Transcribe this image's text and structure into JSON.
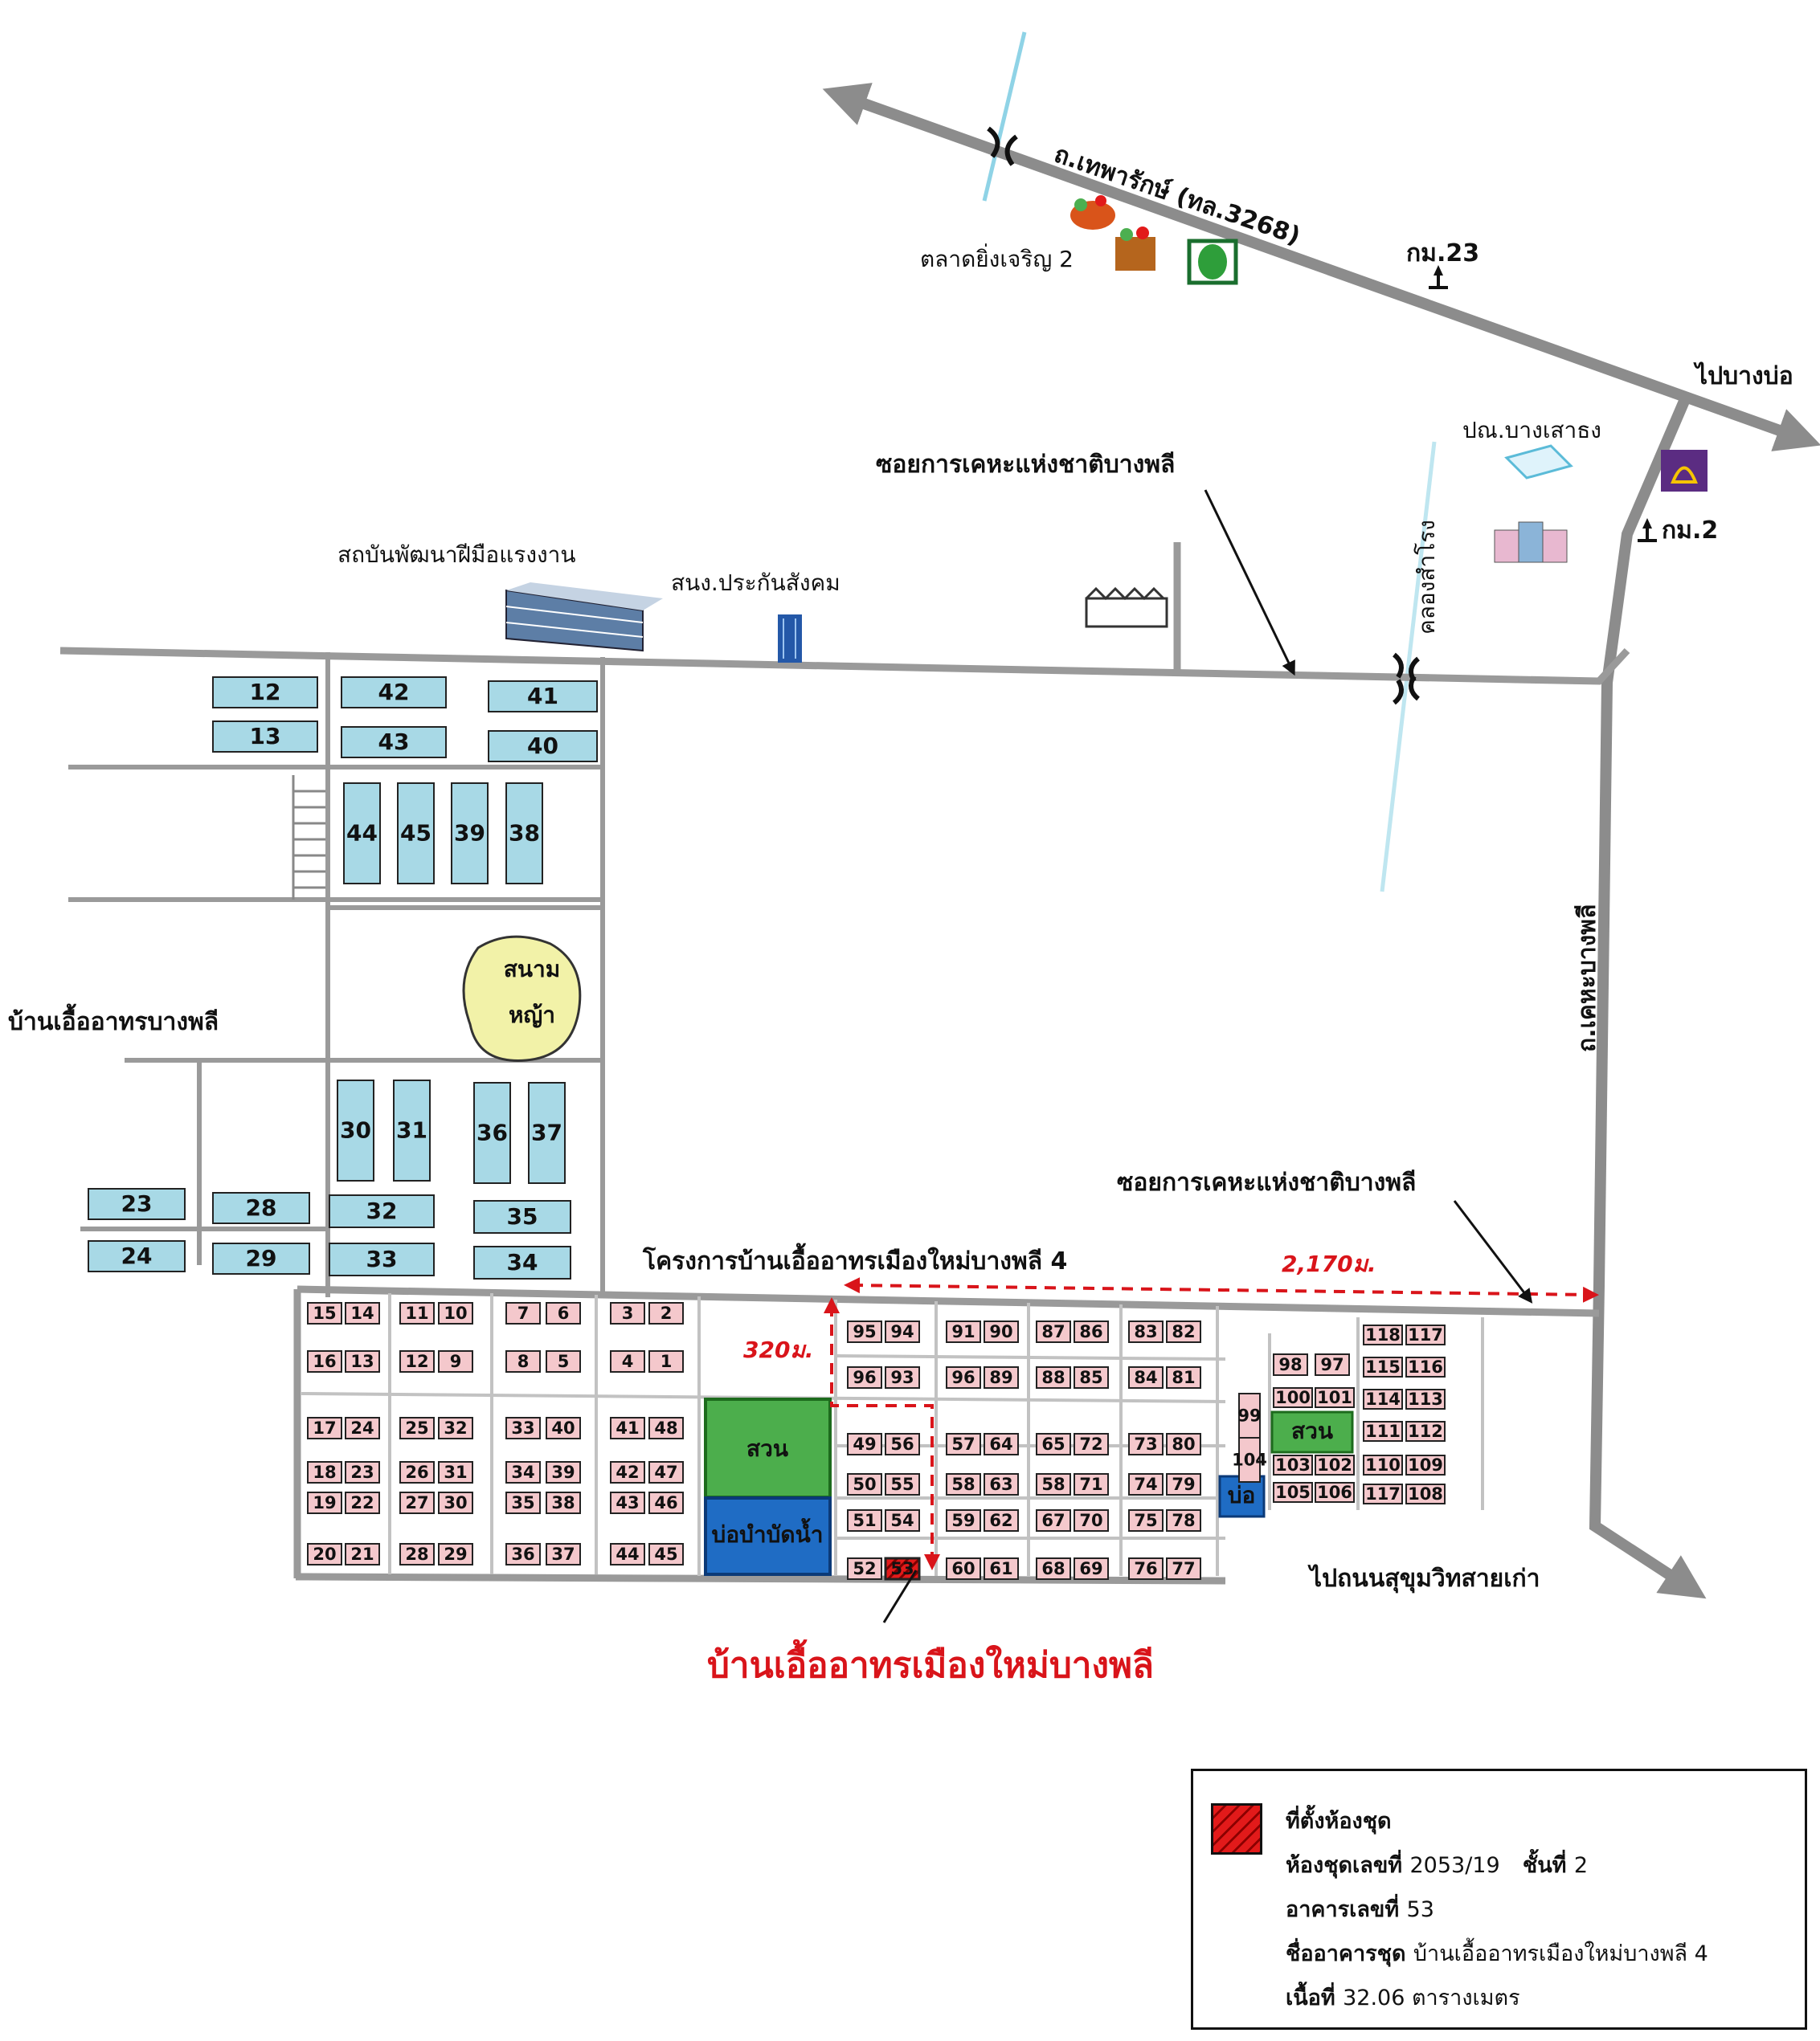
{
  "roads": {
    "theparak": "ถ.เทพารักษ์ (ทล.3268)",
    "to_bang_bo": "ไปบางบ่อ",
    "soi_kheha_top": "ซอยการเคหะแห่งชาติบางพลี",
    "soi_kheha_bottom": "ซอยการเคหะแห่งชาติบางพลี",
    "kheha_bangphli": "ถ.เคหะบางพลี",
    "to_sukhumvit": "ไปถนนสุขุมวิทสายเก่า",
    "canal": "คลองสำโรง",
    "km23": "กม.23",
    "km2": "กม.2"
  },
  "landmarks": {
    "market": "ตลาดยิ่งเจริญ 2",
    "post_office": "ปณ.บางเสาธง",
    "skill_institute": "สถบันพัฒนาฝีมือแรงงาน",
    "social_security": "สนง.ประกันสังคม",
    "field_line1": "สนาม",
    "field_line2": "หญ้า",
    "garden": "สวน",
    "garden2": "สวน",
    "water_treatment": "บ่อบำบัดน้ำ",
    "pond": "บ่อ",
    "area_left": "บ้านเอื้ออาทรบางพลี",
    "project_name": "โครงการบ้านเอื้ออาทรเมืองใหม่บางพลี 4",
    "site_title": "บ้านเอื้ออาทรเมืองใหม่บางพลี"
  },
  "distances": {
    "horizontal": "2,170ม.",
    "vertical": "320ม."
  },
  "colors": {
    "road": "#9a9a9a",
    "canal": "#8fd3e6",
    "building_blue": "#a8d9e6",
    "building_pink": "#f4c8cc",
    "garden": "#4cae4c",
    "water": "#1f6cc4",
    "field": "#f2f2a8",
    "highlight": "#d9141a"
  },
  "north_buildings": [
    "12",
    "13",
    "42",
    "43",
    "41",
    "40",
    "44",
    "45",
    "39",
    "38",
    "30",
    "31",
    "36",
    "37",
    "23",
    "28",
    "24",
    "29",
    "32",
    "35",
    "33",
    "34"
  ],
  "project_buildings": [
    "15",
    "14",
    "11",
    "10",
    "7",
    "6",
    "3",
    "2",
    "16",
    "13",
    "12",
    "9",
    "8",
    "5",
    "4",
    "1",
    "17",
    "24",
    "25",
    "32",
    "33",
    "40",
    "41",
    "48",
    "18",
    "23",
    "26",
    "31",
    "34",
    "39",
    "42",
    "47",
    "19",
    "22",
    "27",
    "30",
    "35",
    "38",
    "43",
    "46",
    "20",
    "21",
    "28",
    "29",
    "36",
    "37",
    "44",
    "45",
    "95",
    "94",
    "91",
    "90",
    "87",
    "86",
    "83",
    "82",
    "96",
    "93",
    "96",
    "89",
    "88",
    "85",
    "84",
    "81",
    "49",
    "56",
    "57",
    "64",
    "65",
    "72",
    "73",
    "80",
    "50",
    "55",
    "58",
    "63",
    "58",
    "71",
    "74",
    "79",
    "51",
    "54",
    "59",
    "62",
    "67",
    "70",
    "75",
    "78",
    "52",
    "53",
    "60",
    "61",
    "68",
    "69",
    "76",
    "77",
    "98",
    "97",
    "118",
    "117",
    "115",
    "116",
    "100",
    "101",
    "114",
    "113",
    "111",
    "112",
    "103",
    "102",
    "110",
    "109",
    "105",
    "106",
    "117",
    "108",
    "99",
    "104"
  ],
  "legend": {
    "title": "ที่ตั้งห้องชุด",
    "unit_label": "ห้องชุดเลขที่",
    "unit_value": "2053/19",
    "floor_label": "ชั้นที่",
    "floor_value": "2",
    "building_label": "อาคารเลขที่",
    "building_value": "53",
    "name_label": "ชื่ออาคารชุด",
    "name_value": "บ้านเอื้ออาทรเมืองใหม่บางพลี 4",
    "area_label": "เนื้อที่",
    "area_value": "32.06 ตารางเมตร"
  }
}
